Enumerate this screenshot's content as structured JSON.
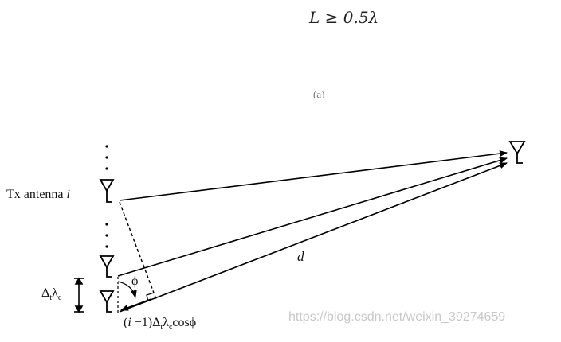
{
  "formula": "L ≥ 0.5λ",
  "subcaption": "(a)",
  "labels": {
    "tx_prefix": "Tx antenna ",
    "tx_index": "i",
    "delta_main": "Δ",
    "delta_sub_t": "t",
    "delta_lambda": "λ",
    "delta_sub_c": "c",
    "distance": "d",
    "angle": "ϕ",
    "path_a": "(",
    "path_i": "i",
    "path_b": " −1)Δ",
    "path_sub_t": "t",
    "path_lambda": "λ",
    "path_sub_c": "c",
    "path_tail": "cosϕ"
  },
  "watermark": "https://blog.csdn.net/weixin_39274659",
  "icons": {
    "tx_antenna": "antenna-icon",
    "rx_antenna": "antenna-icon"
  }
}
